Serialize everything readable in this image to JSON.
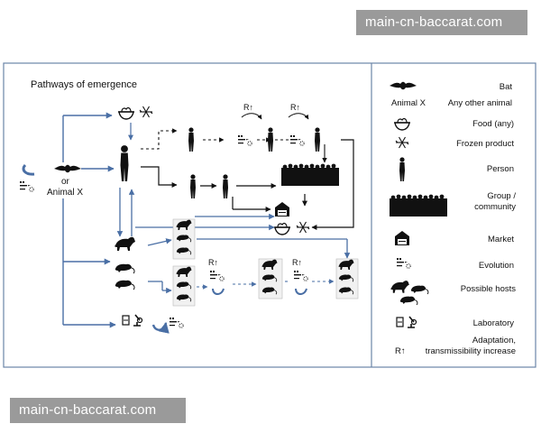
{
  "watermark_top": "main-cn-baccarat.com",
  "watermark_bottom": "main-cn-baccarat.com",
  "diagram": {
    "title": "Pathways of emergence",
    "source_or": "or",
    "source_animal": "Animal X",
    "adapt_label": "R↑"
  },
  "legend": {
    "items": [
      {
        "label": "Bat",
        "icon": "bat-icon"
      },
      {
        "label": "Animal X",
        "icon": "bat-icon"
      },
      {
        "label": "Any other animal",
        "icon": ""
      },
      {
        "label": "Food (any)",
        "icon": "food-bowl-icon"
      },
      {
        "label": "Frozen product",
        "icon": "snowflake-icon"
      },
      {
        "label": "Person",
        "icon": "person-icon"
      },
      {
        "label": "Group / community",
        "icon": "crowd-icon"
      },
      {
        "label": "Market",
        "icon": "market-icon"
      },
      {
        "label": "Evolution",
        "icon": "evolution-icon"
      },
      {
        "label": "Possible hosts",
        "icon": "hosts-icon"
      },
      {
        "label": "Laboratory",
        "icon": "lab-icon"
      },
      {
        "label": "Adaptation, transmissibility increase",
        "icon": "adaptation-icon"
      }
    ]
  },
  "colors": {
    "arrow_blue": "#4a6fa5",
    "arrow_black": "#111111",
    "frame": "#6b85a8"
  }
}
